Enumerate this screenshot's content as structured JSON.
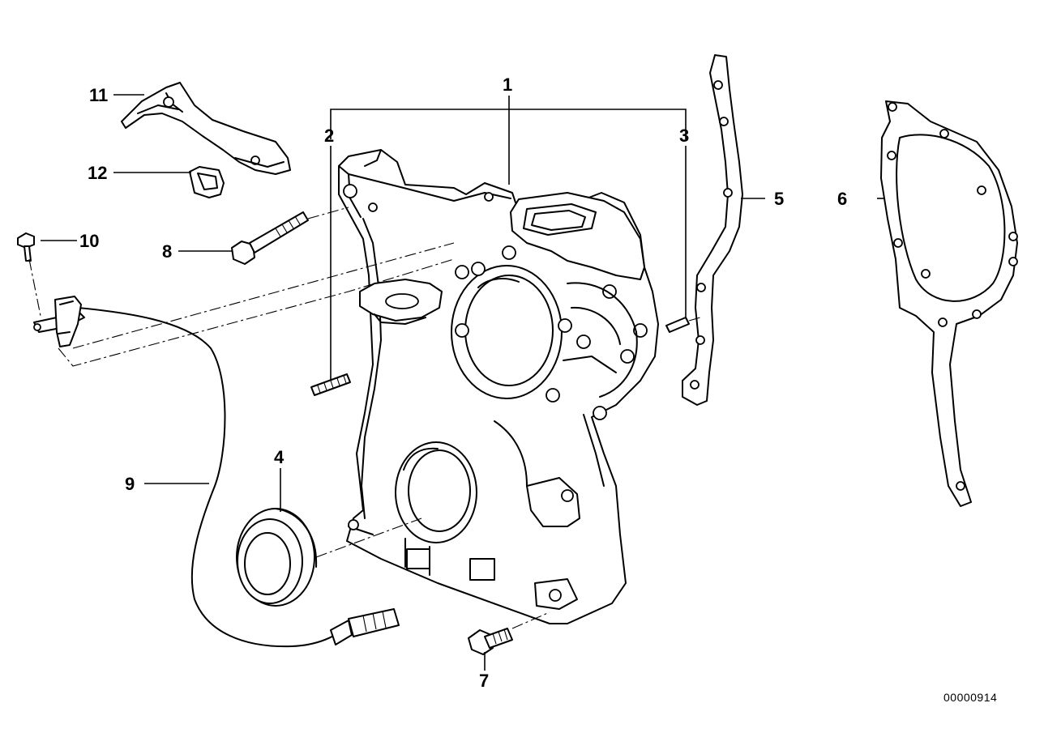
{
  "diagram": {
    "reference_number": "00000914",
    "callouts": [
      {
        "id": "c1",
        "label": "1"
      },
      {
        "id": "c2",
        "label": "2"
      },
      {
        "id": "c3",
        "label": "3"
      },
      {
        "id": "c4",
        "label": "4"
      },
      {
        "id": "c5",
        "label": "5"
      },
      {
        "id": "c6",
        "label": "6"
      },
      {
        "id": "c7",
        "label": "7"
      },
      {
        "id": "c8",
        "label": "8"
      },
      {
        "id": "c9",
        "label": "9"
      },
      {
        "id": "c10",
        "label": "10"
      },
      {
        "id": "c11",
        "label": "11"
      },
      {
        "id": "c12",
        "label": "12"
      }
    ]
  }
}
